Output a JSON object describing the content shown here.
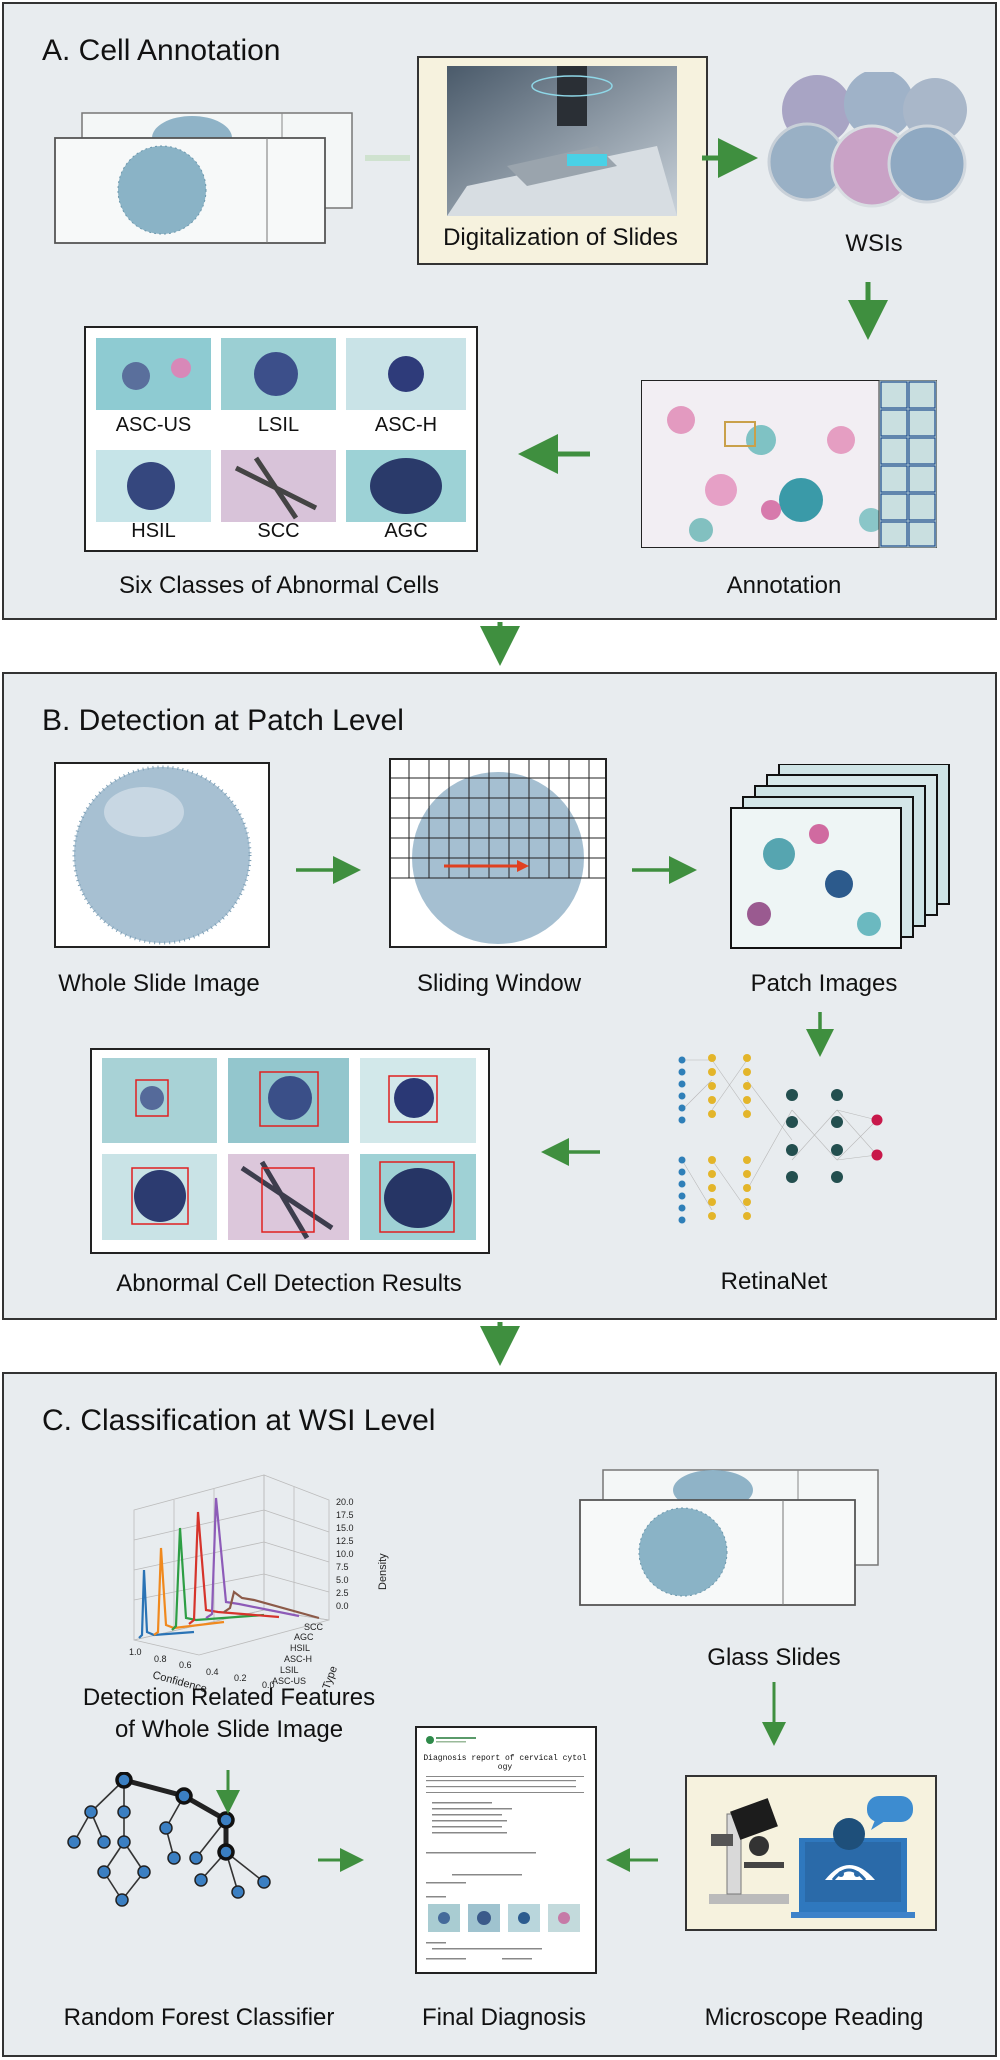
{
  "panelA": {
    "title": "A.  Cell Annotation",
    "digitalization": "Digitalization of Slides",
    "wsis": "WSIs",
    "annotation": "Annotation",
    "six_classes": "Six Classes of Abnormal Cells",
    "classes": [
      "ASC-US",
      "LSIL",
      "ASC-H",
      "HSIL",
      "SCC",
      "AGC"
    ]
  },
  "panelB": {
    "title": "B.  Detection at Patch Level",
    "whole_slide": "Whole Slide Image",
    "sliding_window": "Sliding Window",
    "patch_images": "Patch Images",
    "retinanet": "RetinaNet",
    "detection_results": "Abnormal Cell Detection Results"
  },
  "panelC": {
    "title": "C.  Classification at WSI Level",
    "features_line1": "Detection Related Features",
    "features_line2": "of Whole Slide Image",
    "glass_slides": "Glass Slides",
    "random_forest": "Random Forest Classifier",
    "final_diagnosis": "Final Diagnosis",
    "microscope": "Microscope Reading",
    "report_title": "Diagnosis report of cervical cytol   ogy",
    "plot": {
      "xlabel": "Confidence",
      "ylabel": "Type",
      "zlabel": "Density",
      "x_ticks": [
        "1.0",
        "0.8",
        "0.6",
        "0.4",
        "0.2",
        "0.0"
      ],
      "type_ticks": [
        "SCC",
        "AGC",
        "HSIL",
        "ASC-H",
        "LSIL",
        "ASC-US"
      ],
      "z_ticks": [
        "20.0",
        "17.5",
        "15.0",
        "12.5",
        "10.0",
        "7.5",
        "5.0",
        "2.5",
        "0.0"
      ]
    }
  },
  "colors": {
    "arrow": "#3f8f3f",
    "panel_bg": "#e8ecef",
    "box_red": "#e02020"
  }
}
